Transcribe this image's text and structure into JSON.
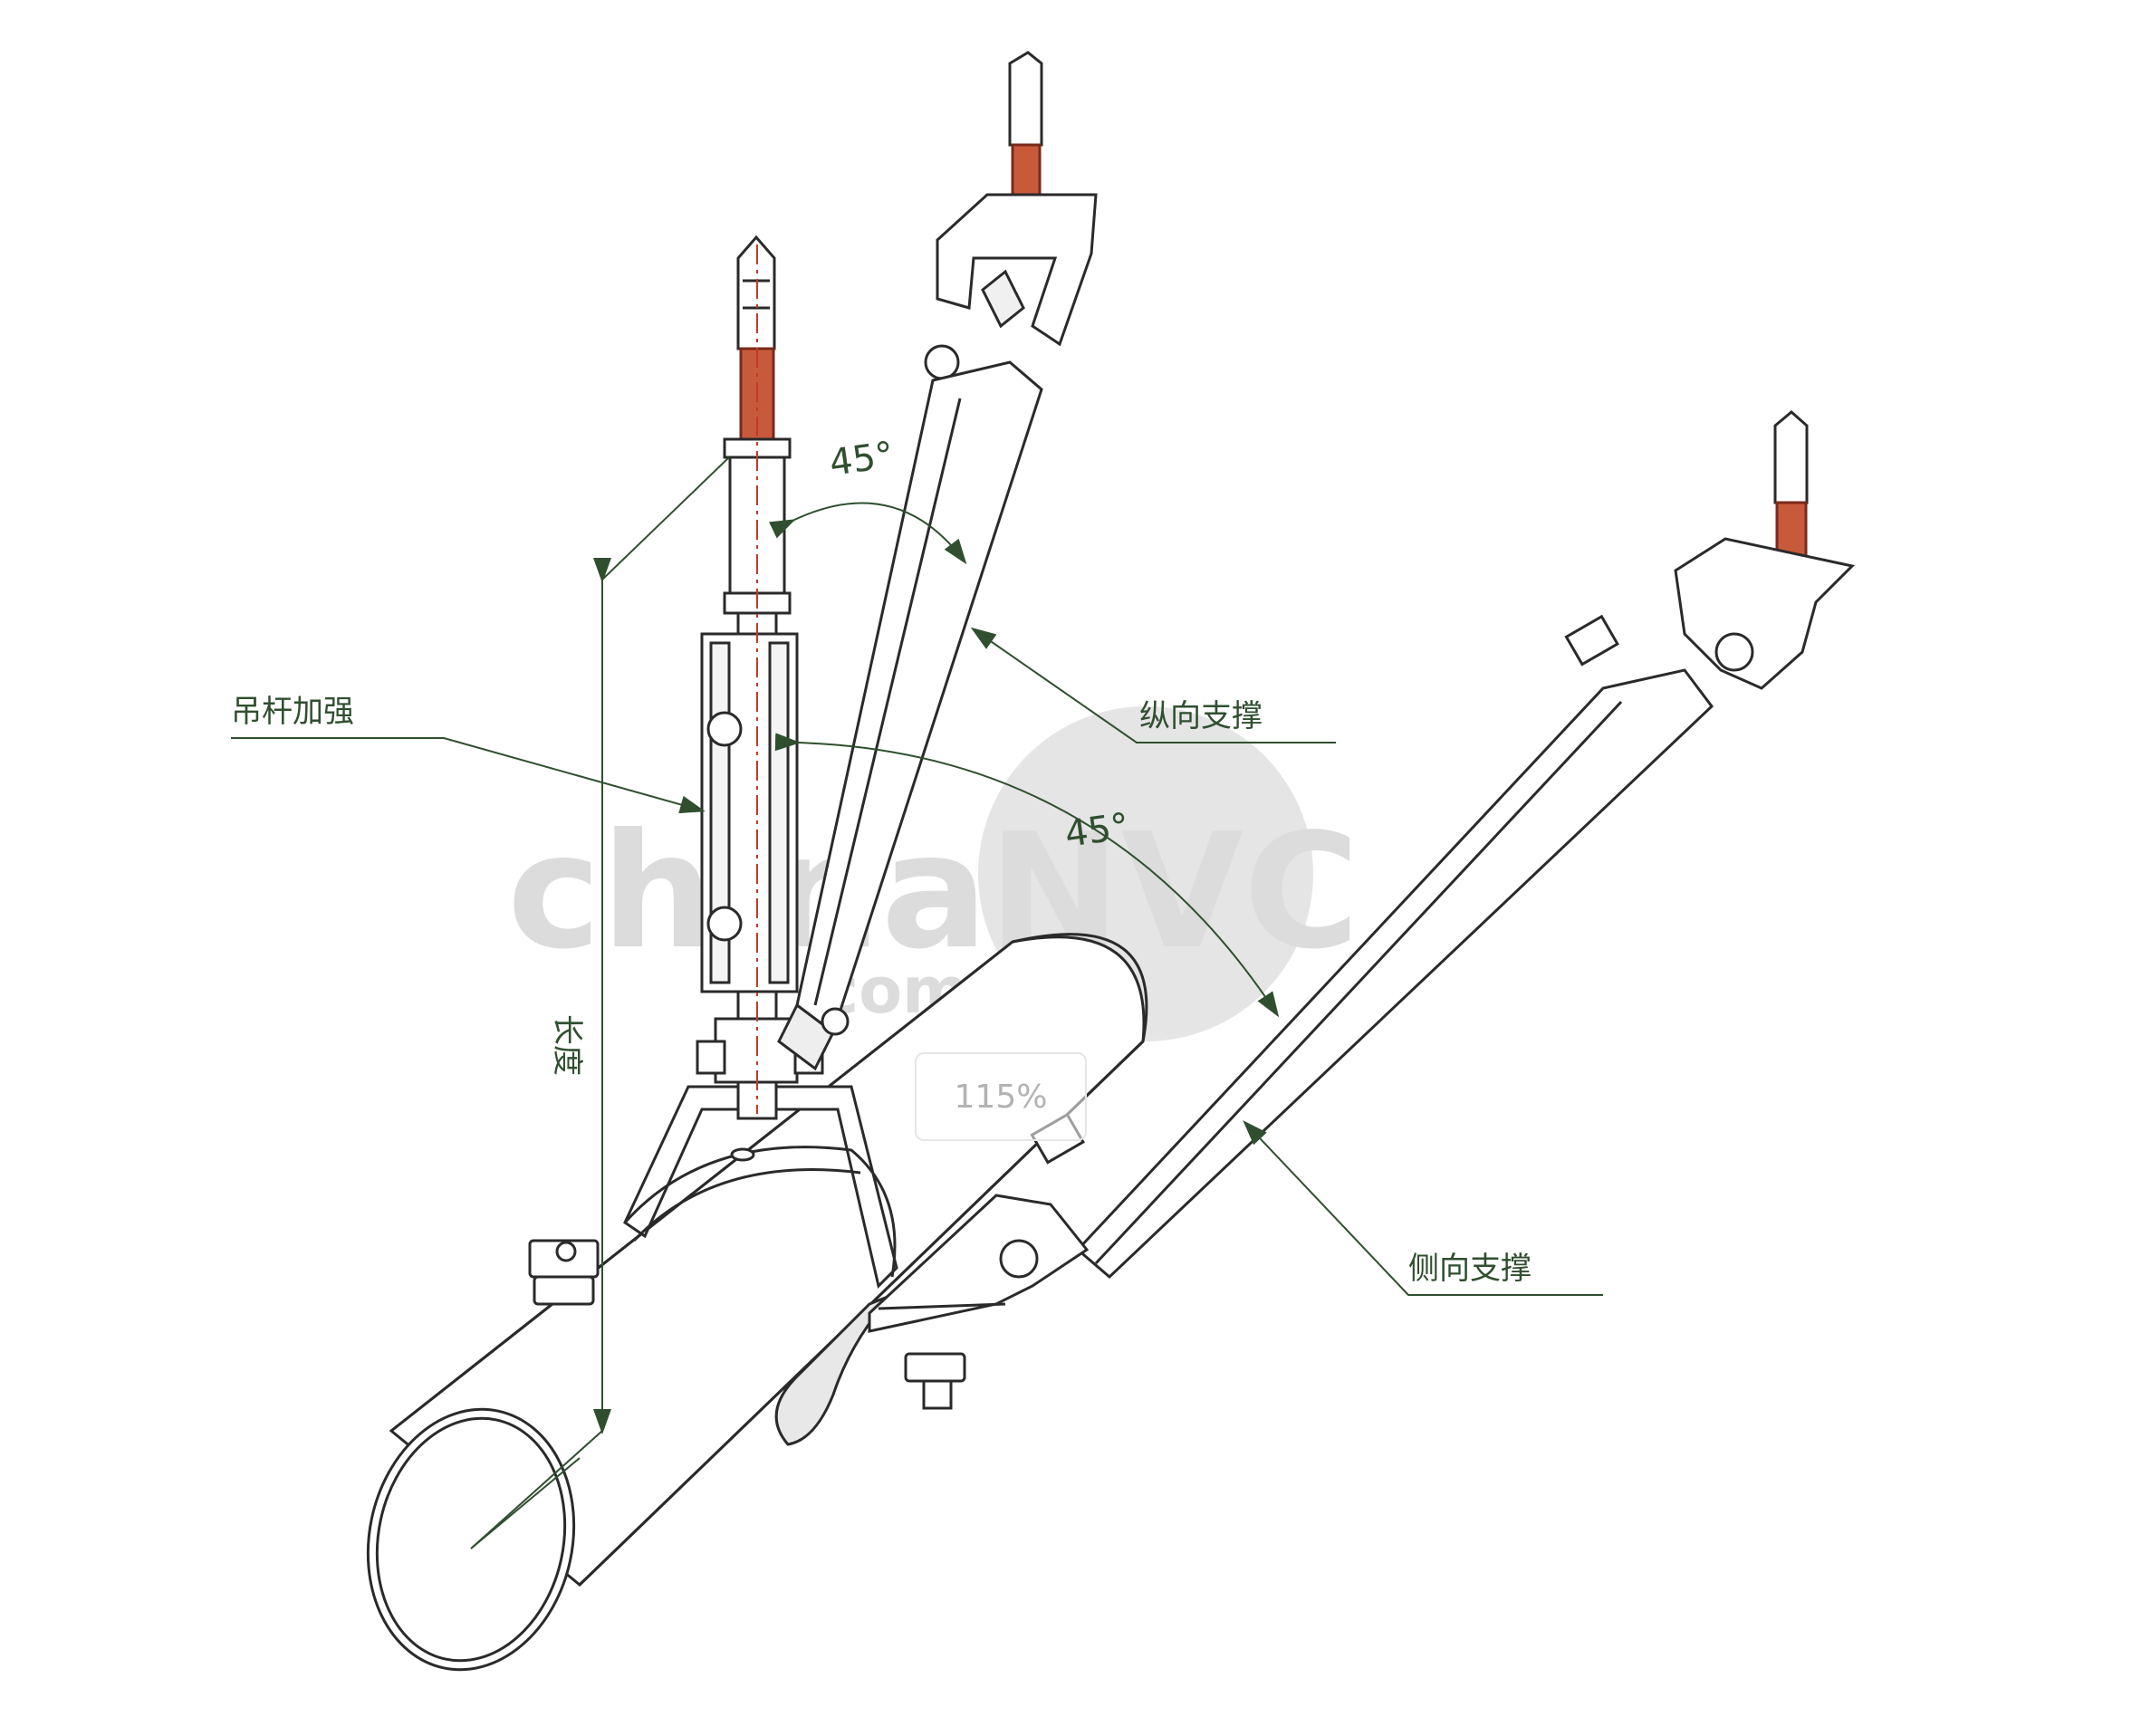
{
  "labels": {
    "rod_reinforcement": "吊杆加强",
    "longitudinal_brace": "纵向支撑",
    "lateral_brace": "侧向支撑",
    "height_dimension": "长度"
  },
  "angles": {
    "longitudinal": "45°",
    "lateral": "45°"
  },
  "watermark": {
    "brand": "chinaNVC",
    "sub": ".com"
  },
  "zoom": {
    "level": "115%"
  },
  "colors": {
    "line": "#2a2a2a",
    "annotation": "#2f4f2f",
    "centerline": "#c0392b",
    "watermark": "#d9d9d9"
  }
}
